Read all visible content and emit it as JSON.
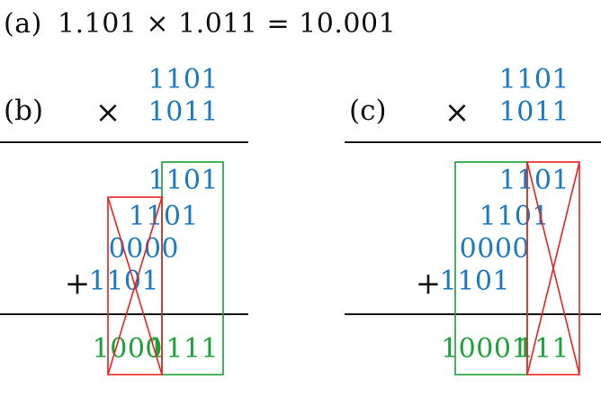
{
  "equation": {
    "label": "(a)",
    "text": "1.101 × 1.011 = 10.001"
  },
  "panels": [
    {
      "label": "(b)",
      "times": "×",
      "plus": "+",
      "multiplicand": "1101",
      "multiplier": "1011",
      "partials": [
        "1101",
        "1101",
        "0000",
        "1101"
      ],
      "result_left": "1000",
      "result_right": "1111"
    },
    {
      "label": "(c)",
      "times": "×",
      "plus": "+",
      "multiplicand": "1101",
      "multiplier": "1011",
      "partials": [
        "1101",
        "1101",
        "0000",
        "1101"
      ],
      "result_left": "10001",
      "result_right": "111"
    }
  ],
  "colors": {
    "text": "#111111",
    "operand": "#1a7bc4",
    "kept": "#1aa238",
    "discarded": "#ee2222"
  }
}
